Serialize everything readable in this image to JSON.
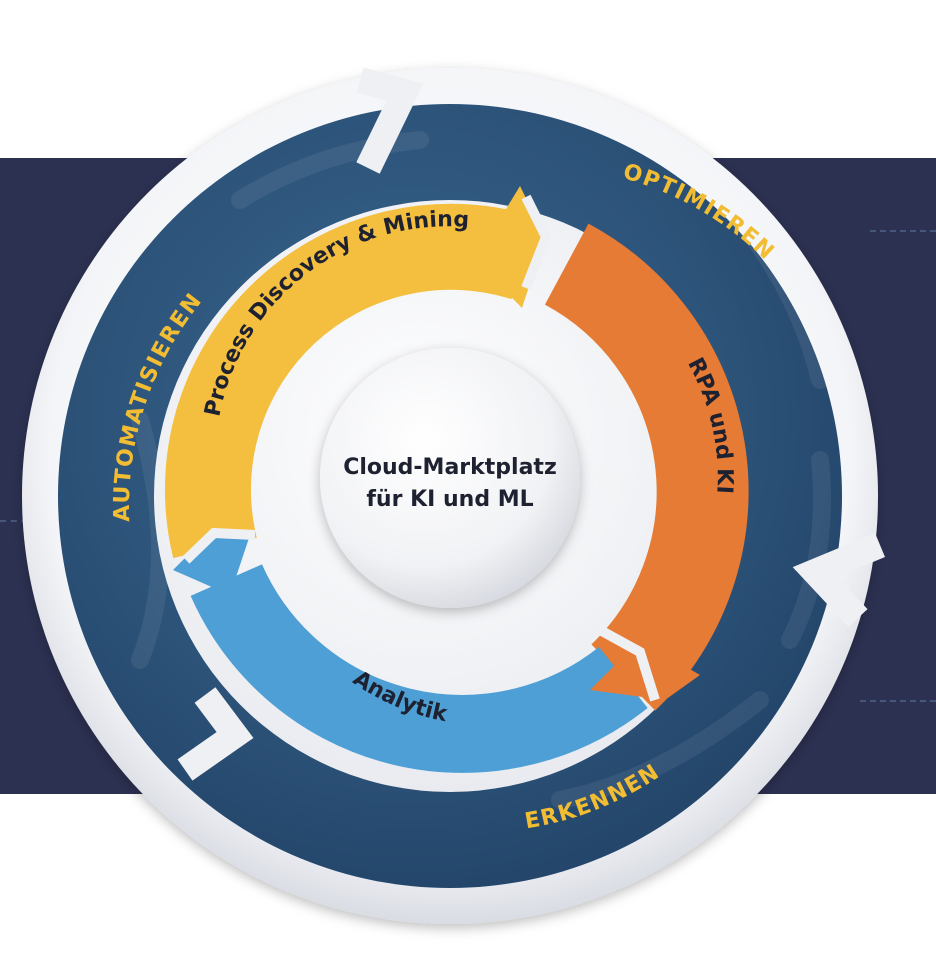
{
  "center": {
    "line1": "Cloud-Marktplatz",
    "line2": "für KI und ML"
  },
  "inner_segments": [
    {
      "label": "Process Discovery & Mining",
      "color": "#f4bf3e"
    },
    {
      "label": "RPA und KI",
      "color": "#e57b34"
    },
    {
      "label": "Analytik",
      "color": "#4d9fd5"
    }
  ],
  "outer_segments": [
    {
      "label": "OPTIMIEREN"
    },
    {
      "label": "ERKENNEN"
    },
    {
      "label": "AUTOMATISIEREN"
    }
  ],
  "colors": {
    "background_band": "#2c3152",
    "outer_ring": "#2e557e",
    "outer_label": "#f2bd32",
    "ring_rim": "#eef0f4"
  }
}
